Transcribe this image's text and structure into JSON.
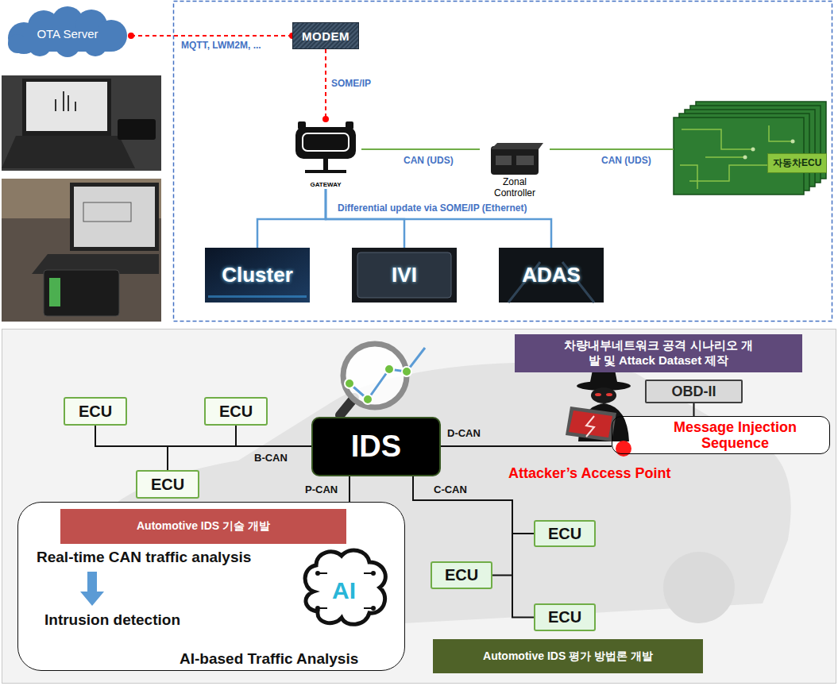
{
  "diagram": {
    "nodes": [
      {
        "text": [
          "OTA Server"
        ]
      },
      {
        "text": [
          "MODEM"
        ]
      },
      {
        "text": [
          "GATEWAY"
        ]
      },
      {
        "text": [
          "Zonal Controller"
        ]
      },
      {
        "text": [
          "자동차ECU"
        ]
      },
      {
        "text": [
          "Cluster"
        ]
      },
      {
        "text": [
          "IVI"
        ]
      },
      {
        "text": [
          "ADAS"
        ]
      },
      {
        "text": [
          "차량내부네트워크 공격 시나리오 개발 및 Attack Dataset 제작"
        ]
      },
      {
        "text": [
          "OBD-II"
        ]
      },
      {
        "text": [
          "ECU"
        ]
      },
      {
        "text": [
          "ECU"
        ]
      },
      {
        "text": [
          "IDS"
        ]
      },
      {
        "text": [
          "Message Injection Sequence"
        ]
      },
      {
        "text": [
          "ECU"
        ]
      },
      {
        "text": [
          "Real-time CAN traffic analysis",
          "Intrusion detection",
          "AI-based Traffic Analysis"
        ]
      },
      {
        "text": [
          "Automotive IDS 기술 개발"
        ],
        "in": 15
      },
      {
        "text": [
          "ECU"
        ]
      },
      {
        "text": [
          "ECU"
        ]
      },
      {
        "text": [
          "ECU"
        ]
      },
      {
        "text": [
          "Automotive IDS 평가 방법론 개발"
        ]
      }
    ],
    "edges": [
      {
        "from": 0,
        "to": 1,
        "arrow": "none",
        "label": "MQTT, LWM2M, ..."
      },
      {
        "from": 1,
        "to": 2,
        "arrow": "none",
        "label": "SOME/IP"
      },
      {
        "from": 2,
        "to": 3,
        "arrow": "none",
        "label": "CAN (UDS)"
      },
      {
        "from": 3,
        "to": 4,
        "arrow": "none",
        "label": "CAN (UDS)"
      },
      {
        "from": 2,
        "to": 5,
        "arrow": "none"
      },
      {
        "from": 2,
        "to": 6,
        "arrow": "none"
      },
      {
        "from": 2,
        "to": 7,
        "arrow": "none"
      },
      {
        "from": 12,
        "to": 10,
        "arrow": "none"
      },
      {
        "from": 12,
        "to": 11,
        "arrow": "none"
      },
      {
        "from": 12,
        "to": 14,
        "arrow": "none"
      },
      {
        "from": 12,
        "to": 13,
        "arrow": "none",
        "label": "D-CAN"
      },
      {
        "from": 9,
        "to": 13,
        "arrow": "none"
      },
      {
        "from": 12,
        "to": 15,
        "arrow": "none",
        "label": "P-CAN"
      },
      {
        "from": 12,
        "to": 17,
        "arrow": "none"
      },
      {
        "from": 12,
        "to": 18,
        "arrow": "none"
      },
      {
        "from": 12,
        "to": 19,
        "arrow": "none"
      }
    ],
    "labels": [
      "Differential update via SOME/IP (Ethernet)",
      "B-CAN",
      "C-CAN",
      "Attacker’s Access Point",
      "AI"
    ]
  }
}
